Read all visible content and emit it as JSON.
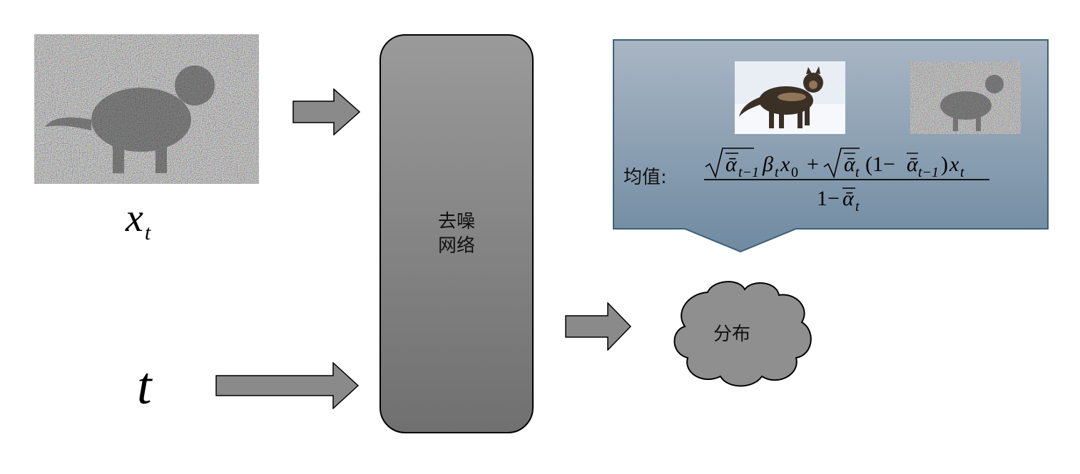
{
  "diagram": {
    "input_image_label": {
      "var": "x",
      "sub": "t"
    },
    "timestep_label": "t",
    "network_label": "去噪网络",
    "output_label": "分布",
    "callout": {
      "mean_label": "均值:",
      "formula": {
        "numerator_term1_radicand": "ᾱ",
        "numerator_term1_radicand_sub": "t−1",
        "beta": "β",
        "beta_sub": "t",
        "x0": "x",
        "x0_sub": "0",
        "plus": "+",
        "numerator_term2_radicand": "ᾱ",
        "numerator_term2_radicand_sub": "t",
        "paren_open": "(1−",
        "paren_alpha": "ᾱ",
        "paren_alpha_sub": "t−1",
        "paren_close": ")",
        "xt": "x",
        "xt_sub": "t",
        "denominator_one": "1−",
        "denominator_alpha": "ᾱ",
        "denominator_alpha_sub": "t"
      }
    },
    "colors": {
      "arrow_fill": "#8a8a8a",
      "arrow_stroke": "#000000",
      "network_fill_top": "#9a9a9a",
      "network_fill_bottom": "#707070",
      "cloud_fill": "#8f8f8f",
      "callout_fill_top": "#a9b6c4",
      "callout_fill_bottom": "#6f8aa1",
      "callout_stroke": "#3e5f78"
    }
  }
}
